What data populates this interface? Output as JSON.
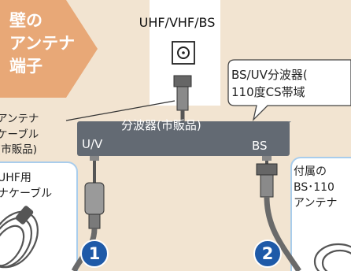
{
  "wall_label": [
    "壁の",
    "アンテナ",
    "端子"
  ],
  "terminal_title": "UHF/VHF/BS",
  "bubble_lines": [
    "BS/UV分波器(",
    "110度CS帯域"
  ],
  "cable_label_lines": [
    "アンテナ",
    "ケーブル",
    "(市販品)"
  ],
  "splitter": {
    "label": "分波器(市販品)",
    "port_left": "U/V",
    "port_right": "BS"
  },
  "left_card_lines": [
    "UHF用",
    "ナケーブル"
  ],
  "right_card_lines": [
    "付属の",
    "BS･110",
    "アンテナ"
  ],
  "badges": [
    "1",
    "2"
  ],
  "colors": {
    "background": "#f2e4d1",
    "wall_arrow": "#e8a877",
    "splitter_body": "#636a73",
    "card_border": "#a9cdec",
    "badge": "#1f5aa8",
    "cable": "#6a6a6a"
  }
}
